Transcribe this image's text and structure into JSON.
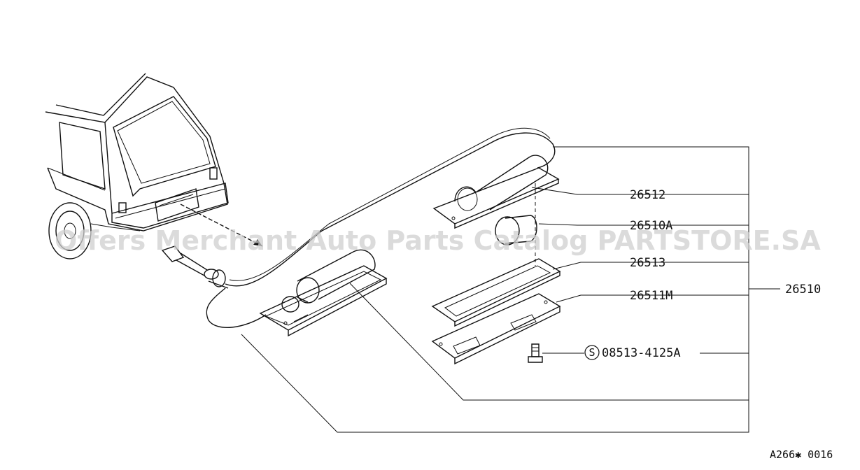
{
  "parts": {
    "lens_cover": "26512",
    "bulb": "26510A",
    "gasket": "26513",
    "housing": "26511M",
    "screw": "08513-4125A",
    "assembly": "26510"
  },
  "symbols": {
    "screw_prefix": "S"
  },
  "diagram_code": "A266✱ 0016",
  "watermark": "Offers Merchant Auto Parts Catalog PARTSTORE.SA"
}
